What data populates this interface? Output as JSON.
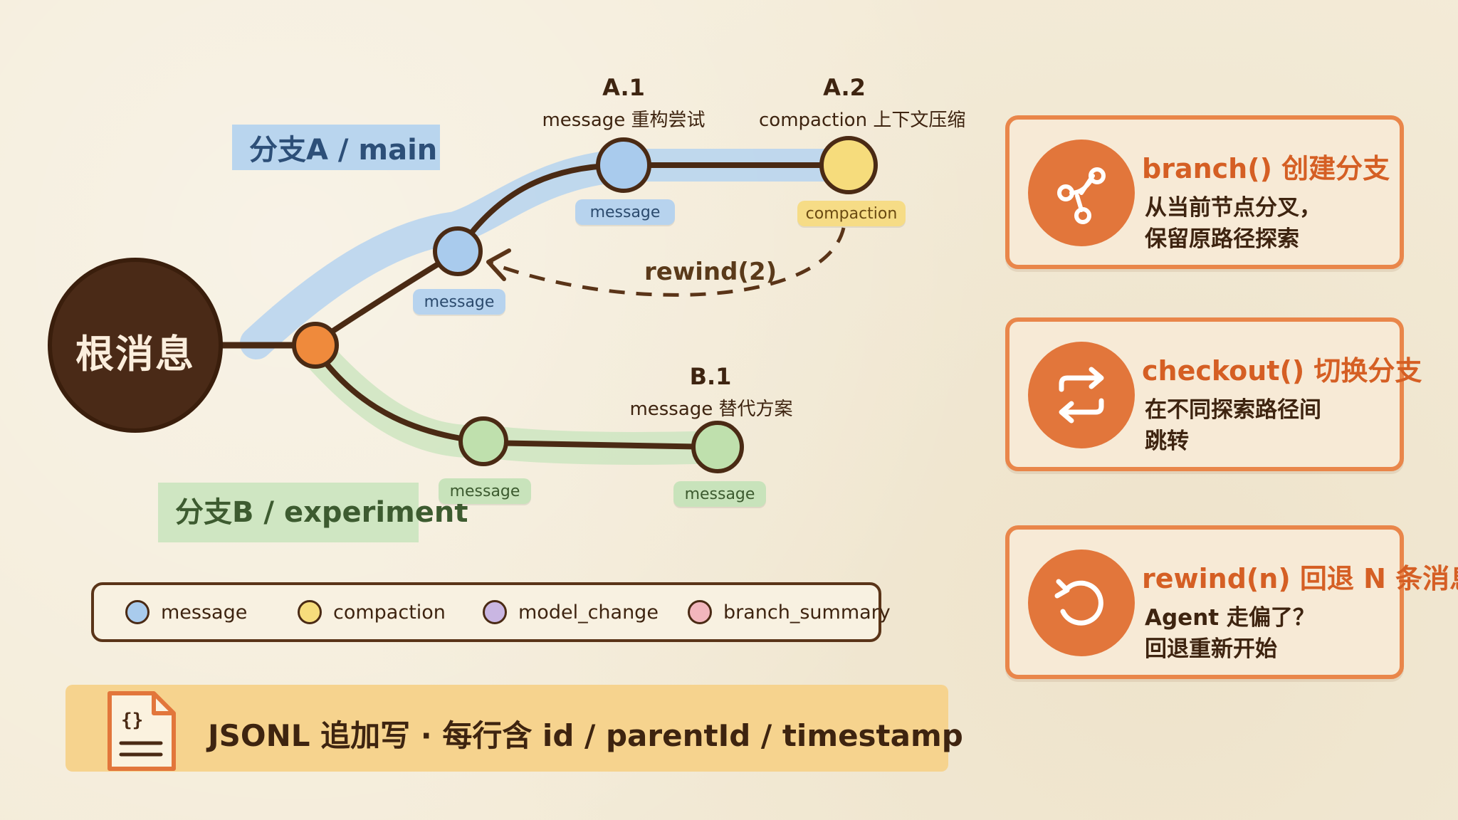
{
  "branch_a_tag": "分支A / main",
  "branch_b_tag": "分支B / experiment",
  "root_label": "根消息",
  "nodes": {
    "a1": {
      "title": "A.1",
      "subtitle": "message 重构尝试",
      "pill": "message"
    },
    "a2": {
      "title": "A.2",
      "subtitle": "compaction 上下文压缩",
      "pill": "compaction"
    },
    "a0": {
      "pill": "message"
    },
    "b0": {
      "pill": "message"
    },
    "b1": {
      "title": "B.1",
      "subtitle": "message 替代方案",
      "pill": "message"
    }
  },
  "rewind_label": "rewind(2)",
  "legend": [
    {
      "label": "message",
      "color": "#a9cbed"
    },
    {
      "label": "compaction",
      "color": "#f6dc7c"
    },
    {
      "label": "model_change",
      "color": "#c9b6e2"
    },
    {
      "label": "branch_summary",
      "color": "#f2b6bd"
    }
  ],
  "jsonl_text": "JSONL 追加写 · 每行含 id / parentId / timestamp",
  "cards": [
    {
      "title": "branch() 创建分支",
      "desc": "从当前节点分叉，\n保留原路径探索",
      "icon": "branch-icon"
    },
    {
      "title": "checkout() 切换分支",
      "desc": "在不同探索路径间\n跳转",
      "icon": "swap-arrows-icon"
    },
    {
      "title": "rewind(n) 回退 N 条消息",
      "desc": "Agent 走偏了？\n回退重新开始",
      "icon": "undo-icon"
    }
  ],
  "colors": {
    "accent": "#e2763b",
    "brown": "#5a3418",
    "blue_branch": "#b9d5ee",
    "green_branch": "#cfe6c2"
  }
}
